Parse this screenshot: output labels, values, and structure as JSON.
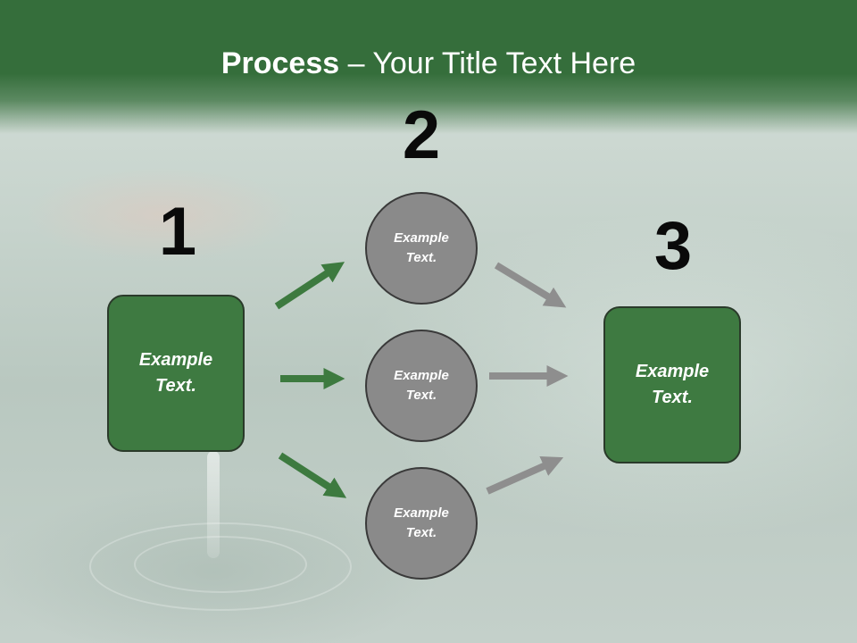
{
  "slide": {
    "title_bold": "Process",
    "title_rest": " – Your Title Text Here",
    "steps": {
      "one": "1",
      "two": "2",
      "three": "3"
    },
    "left_box": "Example Text.",
    "circle_top": "Example Text.",
    "circle_middle": "Example Text.",
    "circle_bottom": "Example Text.",
    "right_box": "Example Text."
  },
  "colors": {
    "header_green": "#356e3b",
    "box_green": "#3e7a41",
    "arrow_green": "#3d7a3f",
    "circle_gray": "#8a8a8a",
    "arrow_gray": "#8e8e8e"
  }
}
